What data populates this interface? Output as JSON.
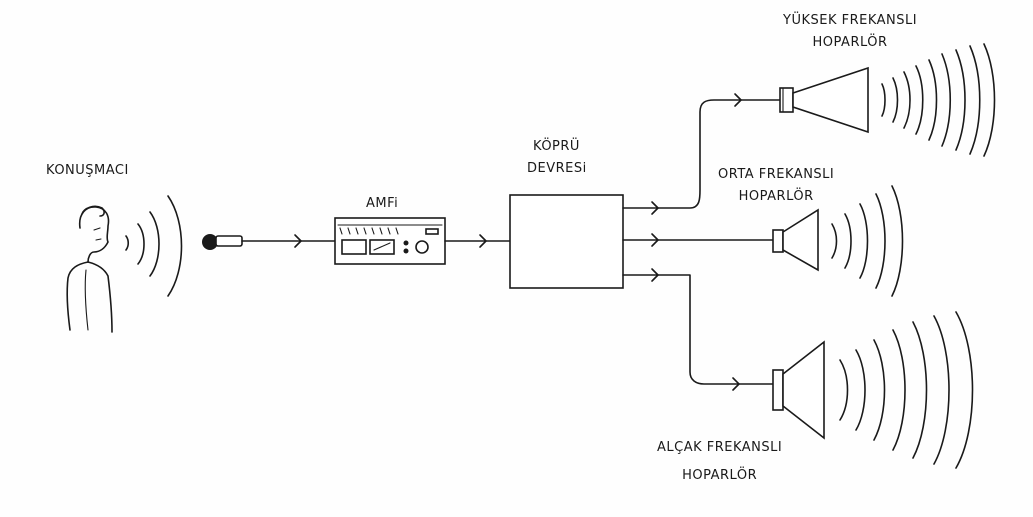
{
  "labels": {
    "speaker": "KONUŞMACI",
    "amplifier": "AMFi",
    "bridge_line1": "KÖPRÜ",
    "bridge_line2": "DEVRESi",
    "high_line1": "YÜKSEK FREKANSLI",
    "high_line2": "HOPARLÖR",
    "mid_line1": "ORTA FREKANSLI",
    "mid_line2": "HOPARLÖR",
    "low_line1": "ALÇAK FREKANSLI",
    "low_line2": "HOPARLÖR"
  }
}
